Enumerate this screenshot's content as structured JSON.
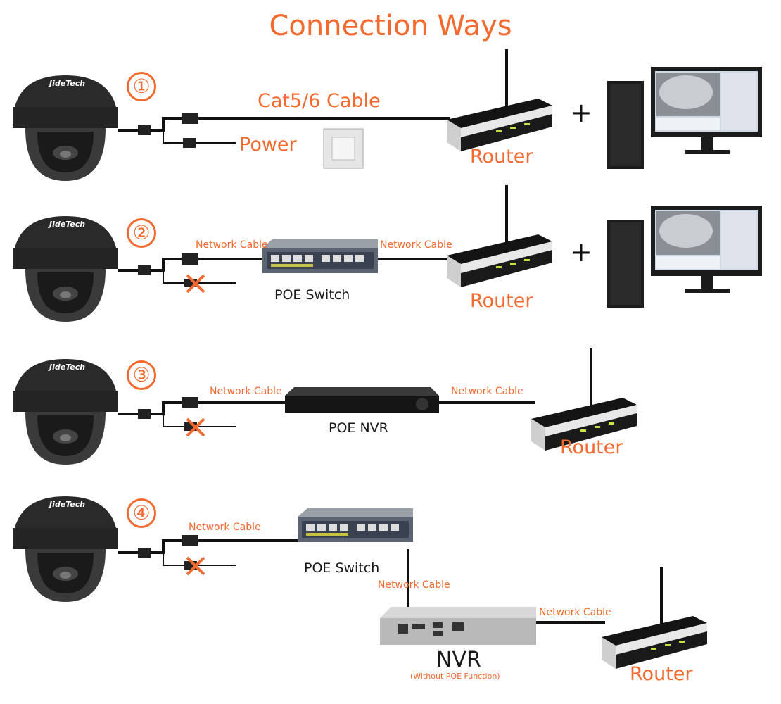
{
  "title": "Connection Ways",
  "camera_brand": "JideTech",
  "colors": {
    "accent": "#f4692e",
    "device": "#222222",
    "cable": "#111111"
  },
  "rows": [
    {
      "number": "①",
      "cable_label": "Cat5/6 Cable",
      "power_label": "Power",
      "router_label": "Router",
      "plus": "+"
    },
    {
      "number": "②",
      "cable_label_1": "Network Cable",
      "cable_label_2": "Network Cable",
      "device_label": "POE Switch",
      "router_label": "Router",
      "plus": "+"
    },
    {
      "number": "③",
      "cable_label_1": "Network Cable",
      "cable_label_2": "Network Cable",
      "device_label": "POE NVR",
      "router_label": "Router"
    },
    {
      "number": "④",
      "cable_label_1": "Network Cable",
      "cable_label_2": "Network Cable",
      "cable_label_3": "Network Cable",
      "device_label": "POE Switch",
      "nvr_label": "NVR",
      "nvr_note": "(Without POE Function)",
      "router_label": "Router"
    }
  ]
}
